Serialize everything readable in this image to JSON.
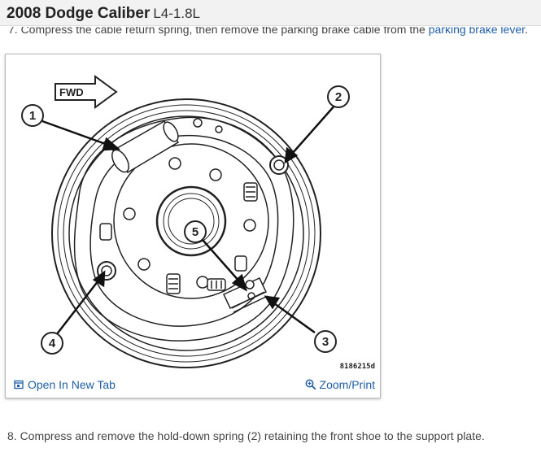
{
  "header": {
    "title": "2008 Dodge Caliber",
    "subtitle": "L4-1.8L"
  },
  "steps": {
    "step7_text": "7. Compress the cable return spring, then remove the parking brake cable from the ",
    "step7_link": "parking brake lever",
    "step7_end": ".",
    "step8_text": "8. Compress and remove the hold-down spring (2) retaining the front shoe to the support plate."
  },
  "figure": {
    "fwd_label": "FWD",
    "callouts": [
      "1",
      "2",
      "3",
      "4",
      "5"
    ],
    "figure_id": "8186215d"
  },
  "actions": {
    "open_tab_label": "Open In New Tab",
    "zoom_label": "Zoom/Print"
  },
  "colors": {
    "link": "#1f5fa8"
  }
}
